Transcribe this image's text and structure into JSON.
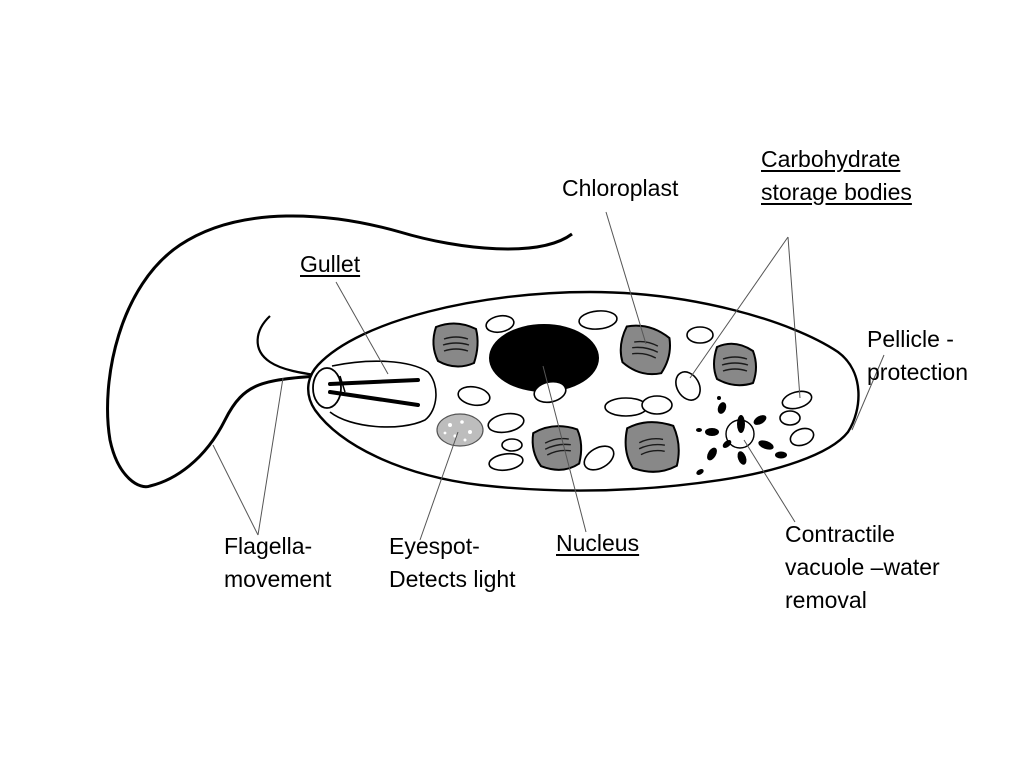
{
  "diagram": {
    "labels": {
      "gullet": "Gullet",
      "chloroplast": "Chloroplast",
      "carbohydrate_line1": "Carbohydrate",
      "carbohydrate_line2": "storage bodies",
      "pellicle_line1": "Pellicle -",
      "pellicle_line2": "protection",
      "flagella_line1": "Flagella-",
      "flagella_line2": "movement",
      "eyespot_line1": "Eyespot-",
      "eyespot_line2": "Detects light",
      "nucleus": "Nucleus",
      "vacuole_line1": "Contractile",
      "vacuole_line2": "vacuole –water",
      "vacuole_line3": "removal"
    },
    "underlined": [
      "gullet",
      "carbohydrate",
      "nucleus"
    ]
  }
}
